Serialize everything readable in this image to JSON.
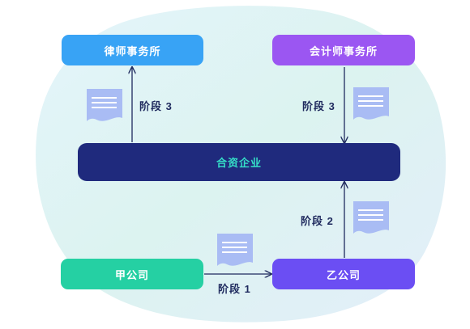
{
  "nodes": {
    "law_firm": "律师事务所",
    "accounting_firm": "会计师事务所",
    "joint_venture": "合资企业",
    "company_a": "甲公司",
    "company_b": "乙公司"
  },
  "stages": {
    "left_top": "阶段 3",
    "right_top": "阶段 3",
    "right_middle": "阶段 2",
    "bottom": "阶段 1"
  },
  "icons": {
    "document": "document-icon",
    "arrow": "arrow-icon"
  },
  "colors": {
    "law_firm": "#38a3f5",
    "accounting_firm": "#9b56f2",
    "joint_venture": "#1f2a7d",
    "joint_venture_text": "#35e0c8",
    "company_a": "#25d0a3",
    "company_b": "#6b4ef3",
    "document": "#a9bcf4",
    "arrow": "#1f2a5e"
  }
}
